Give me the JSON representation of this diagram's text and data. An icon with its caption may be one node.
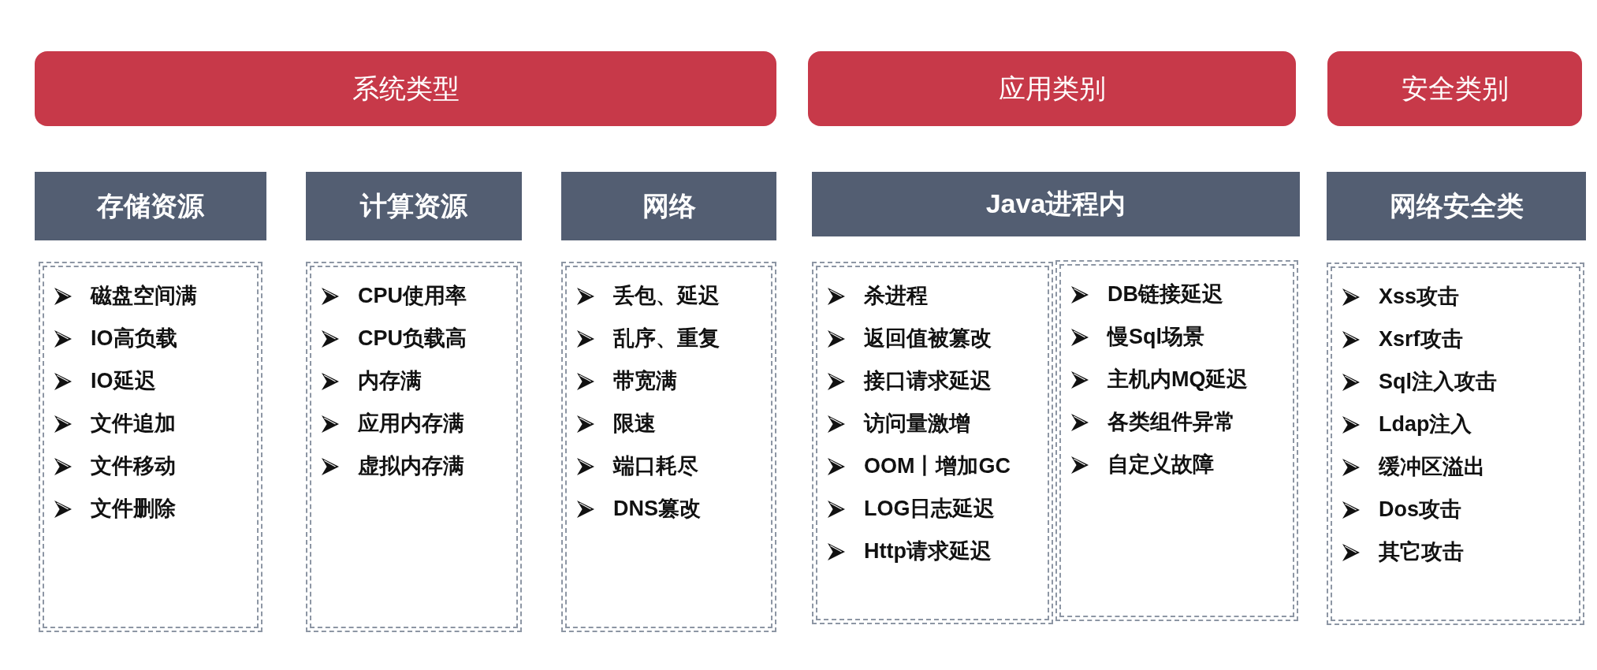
{
  "diagram": {
    "nodes": [
      {
        "text": [
          "系统类型"
        ]
      },
      {
        "text": [
          "应用类别"
        ]
      },
      {
        "text": [
          "安全类别"
        ]
      },
      {
        "text": [
          "存储资源"
        ]
      },
      {
        "text": [
          "计算资源"
        ]
      },
      {
        "text": [
          "网络"
        ]
      },
      {
        "text": [
          "Java进程内"
        ]
      },
      {
        "text": [
          "网络安全类"
        ]
      },
      {
        "text": [
          "磁盘空间满",
          "IO高负载",
          "IO延迟",
          "文件追加",
          "文件移动",
          "文件删除"
        ]
      },
      {
        "text": [
          "CPU使用率",
          "CPU负载高",
          "内存满",
          "应用内存满",
          "虚拟内存满"
        ]
      },
      {
        "text": [
          "丢包、延迟",
          "乱序、重复",
          "带宽满",
          "限速",
          "端口耗尽",
          "DNS篡改"
        ]
      },
      {
        "text": [
          "杀进程",
          "返回值被篡改",
          "接口请求延迟",
          "访问量激增",
          "OOM丨增加GC",
          "LOG日志延迟",
          "Http请求延迟"
        ]
      },
      {
        "text": [
          "DB链接延迟",
          "慢Sql场景",
          "主机内MQ延迟",
          "各类组件异常",
          "自定义故障"
        ]
      },
      {
        "text": [
          "Xss攻击",
          "Xsrf攻击",
          "Sql注入攻击",
          "Ldap注入",
          "缓冲区溢出",
          "Dos攻击",
          "其它攻击"
        ]
      }
    ]
  }
}
